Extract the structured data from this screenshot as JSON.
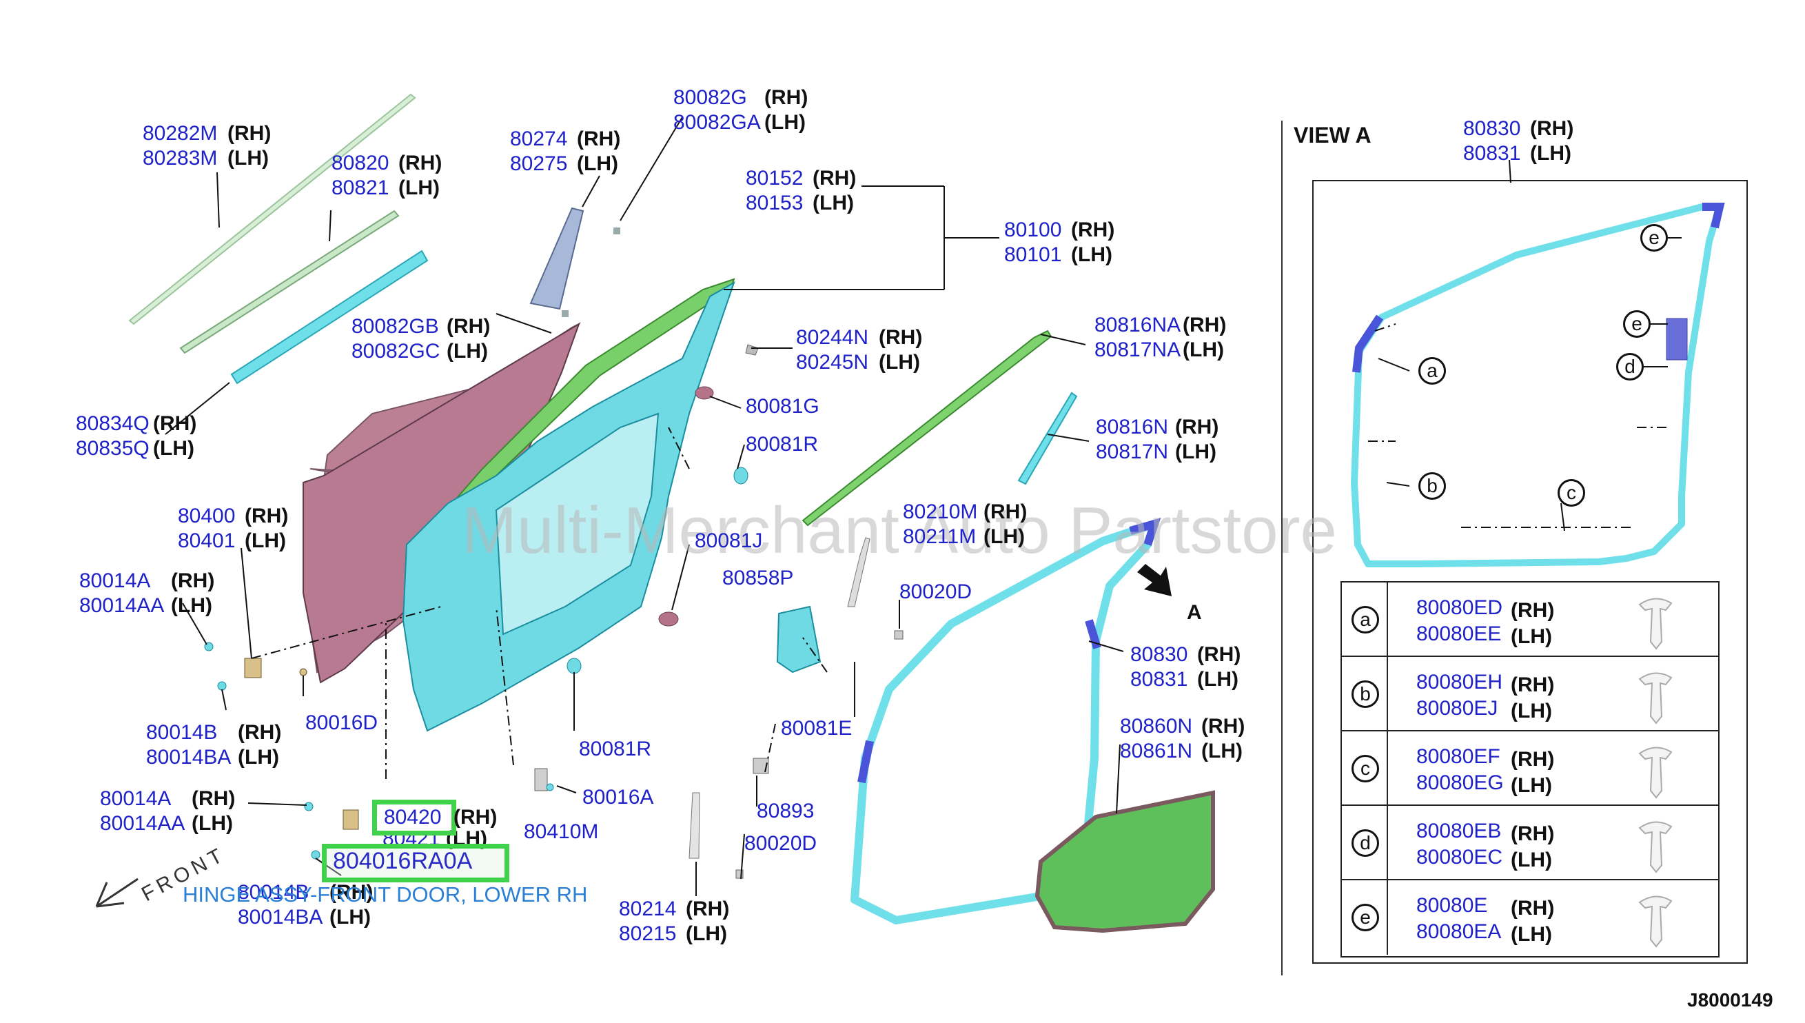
{
  "title_view": "VIEW A",
  "diagram_id": "J8000149",
  "watermark": "Multi-Merchant Auto Partstore",
  "front_label": "FRONT",
  "view_arrow_label": "A",
  "highlight": {
    "part_number": "804016RA0A",
    "part_number_small": "80420",
    "description": "HINGE ASSY-FRONT DOOR, LOWER RH"
  },
  "labels": [
    {
      "id": "l1",
      "rows": [
        {
          "pn": "80282M",
          "side": "(RH)"
        },
        {
          "pn": "80283M",
          "side": "(LH)"
        }
      ]
    },
    {
      "id": "l2",
      "rows": [
        {
          "pn": "80820",
          "side": "(RH)"
        },
        {
          "pn": "80821",
          "side": "(LH)"
        }
      ]
    },
    {
      "id": "l3",
      "rows": [
        {
          "pn": "80274",
          "side": "(RH)"
        },
        {
          "pn": "80275",
          "side": "(LH)"
        }
      ]
    },
    {
      "id": "l4",
      "rows": [
        {
          "pn": "80082G",
          "side": "(RH)"
        },
        {
          "pn": "80082GA",
          "side": "(LH)"
        }
      ]
    },
    {
      "id": "l5",
      "rows": [
        {
          "pn": "80152",
          "side": "(RH)"
        },
        {
          "pn": "80153",
          "side": "(LH)"
        }
      ]
    },
    {
      "id": "l6",
      "rows": [
        {
          "pn": "80100",
          "side": "(RH)"
        },
        {
          "pn": "80101",
          "side": "(LH)"
        }
      ]
    },
    {
      "id": "l7",
      "rows": [
        {
          "pn": "80082GB",
          "side": "(RH)"
        },
        {
          "pn": "80082GC",
          "side": "(LH)"
        }
      ]
    },
    {
      "id": "l8",
      "rows": [
        {
          "pn": "80244N",
          "side": "(RH)"
        },
        {
          "pn": "80245N",
          "side": "(LH)"
        }
      ]
    },
    {
      "id": "l9",
      "rows": [
        {
          "pn": "80816NA",
          "side": "(RH)"
        },
        {
          "pn": "80817NA",
          "side": "(LH)"
        }
      ]
    },
    {
      "id": "l10",
      "rows": [
        {
          "pn": "80834Q",
          "side": "(RH)"
        },
        {
          "pn": "80835Q",
          "side": "(LH)"
        }
      ]
    },
    {
      "id": "l11",
      "rows": [
        {
          "pn": "80081G",
          "side": ""
        }
      ]
    },
    {
      "id": "l12",
      "rows": [
        {
          "pn": "80081R",
          "side": ""
        }
      ]
    },
    {
      "id": "l13",
      "rows": [
        {
          "pn": "80816N",
          "side": "(RH)"
        },
        {
          "pn": "80817N",
          "side": "(LH)"
        }
      ]
    },
    {
      "id": "l14",
      "rows": [
        {
          "pn": "80400",
          "side": "(RH)"
        },
        {
          "pn": "80401",
          "side": "(LH)"
        }
      ]
    },
    {
      "id": "l15",
      "rows": [
        {
          "pn": "80210M",
          "side": "(RH)"
        },
        {
          "pn": "80211M",
          "side": "(LH)"
        }
      ]
    },
    {
      "id": "l16",
      "rows": [
        {
          "pn": "80081J",
          "side": ""
        }
      ]
    },
    {
      "id": "l17",
      "rows": [
        {
          "pn": "80014A",
          "side": "(RH)"
        },
        {
          "pn": "80014AA",
          "side": "(LH)"
        }
      ]
    },
    {
      "id": "l18",
      "rows": [
        {
          "pn": "80858P",
          "side": ""
        }
      ]
    },
    {
      "id": "l19",
      "rows": [
        {
          "pn": "80020D",
          "side": ""
        }
      ]
    },
    {
      "id": "l20",
      "rows": [
        {
          "pn": "80830",
          "side": "(RH)"
        },
        {
          "pn": "80831",
          "side": "(LH)"
        }
      ]
    },
    {
      "id": "l21",
      "rows": [
        {
          "pn": "80016D",
          "side": ""
        }
      ]
    },
    {
      "id": "l22",
      "rows": [
        {
          "pn": "80014B",
          "side": "(RH)"
        },
        {
          "pn": "80014BA",
          "side": "(LH)"
        }
      ]
    },
    {
      "id": "l23",
      "rows": [
        {
          "pn": "80081R",
          "side": ""
        }
      ]
    },
    {
      "id": "l24",
      "rows": [
        {
          "pn": "80081E",
          "side": ""
        }
      ]
    },
    {
      "id": "l25",
      "rows": [
        {
          "pn": "80860N",
          "side": "(RH)"
        },
        {
          "pn": "80861N",
          "side": "(LH)"
        }
      ]
    },
    {
      "id": "l26",
      "rows": [
        {
          "pn": "80014A",
          "side": "(RH)"
        },
        {
          "pn": "80014AA",
          "side": "(LH)"
        }
      ]
    },
    {
      "id": "l27",
      "rows": [
        {
          "pn": "80421",
          "side": "(LH)"
        }
      ]
    },
    {
      "id": "l28",
      "rows": [
        {
          "pn": "80016A",
          "side": ""
        }
      ]
    },
    {
      "id": "l29",
      "rows": [
        {
          "pn": "80893",
          "side": ""
        }
      ]
    },
    {
      "id": "l30",
      "rows": [
        {
          "pn": "80410M",
          "side": ""
        }
      ]
    },
    {
      "id": "l31",
      "rows": [
        {
          "pn": "80020D",
          "side": ""
        }
      ]
    },
    {
      "id": "l32",
      "rows": [
        {
          "pn": "80014B",
          "side": "(RH)"
        },
        {
          "pn": "80014BA",
          "side": "(LH)"
        }
      ]
    },
    {
      "id": "l33",
      "rows": [
        {
          "pn": "80214",
          "side": "(RH)"
        },
        {
          "pn": "80215",
          "side": "(LH)"
        }
      ]
    },
    {
      "id": "l34",
      "rows": [
        {
          "pn": "80830",
          "side": "(RH)"
        },
        {
          "pn": "80831",
          "side": "(LH)"
        }
      ]
    }
  ],
  "rh_80420": "(RH)",
  "view_callouts": [
    "e",
    "e",
    "d",
    "a",
    "b",
    "c"
  ],
  "legend": [
    {
      "letter": "a",
      "rh": "80080ED",
      "lh": "80080EE",
      "rh_tag": "(RH)",
      "lh_tag": "(LH)"
    },
    {
      "letter": "b",
      "rh": "80080EH",
      "lh": "80080EJ",
      "rh_tag": "(RH)",
      "lh_tag": "(LH)"
    },
    {
      "letter": "c",
      "rh": "80080EF",
      "lh": "80080EG",
      "rh_tag": "(RH)",
      "lh_tag": "(LH)"
    },
    {
      "letter": "d",
      "rh": "80080EB",
      "lh": "80080EC",
      "rh_tag": "(RH)",
      "lh_tag": "(LH)"
    },
    {
      "letter": "e",
      "rh": "80080E",
      "lh": "80080EA",
      "rh_tag": "(RH)",
      "lh_tag": "(LH)"
    }
  ]
}
